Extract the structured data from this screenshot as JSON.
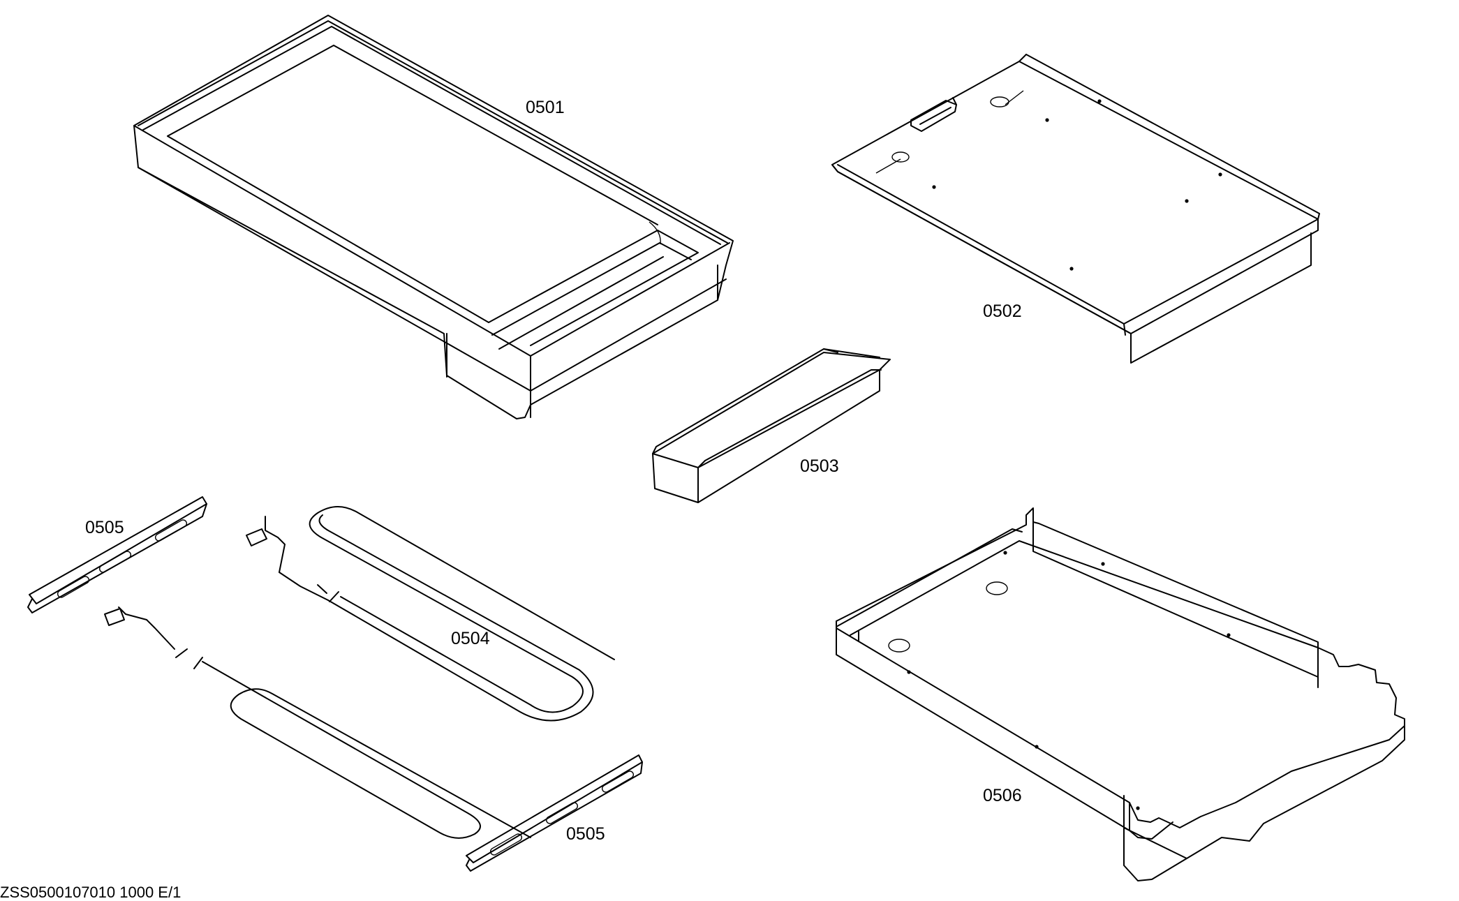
{
  "diagram": {
    "parts": [
      {
        "id": "0501",
        "label": "0501"
      },
      {
        "id": "0502",
        "label": "0502"
      },
      {
        "id": "0503",
        "label": "0503"
      },
      {
        "id": "0504",
        "label": "0504"
      },
      {
        "id": "0505a",
        "label": "0505"
      },
      {
        "id": "0505b",
        "label": "0505"
      },
      {
        "id": "0506",
        "label": "0506"
      }
    ],
    "footer_text": "ZSS0500107010   1000   E/1"
  }
}
